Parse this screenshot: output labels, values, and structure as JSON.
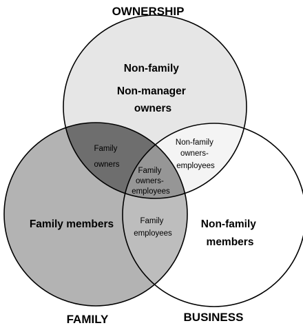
{
  "titles": {
    "ownership": "OWNERSHIP",
    "family": "FAMILY",
    "business": "BUSINESS"
  },
  "regions": {
    "nonfamily_nonmanager_owners": [
      "Non-family",
      "Non-manager",
      "owners"
    ],
    "family_owners": [
      "Family",
      "owners"
    ],
    "nonfamily_owners_employees": [
      "Non-family",
      "owners-",
      "employees"
    ],
    "family_owners_employees": [
      "Family",
      "owners-",
      "employees"
    ],
    "family_members": [
      "Family members"
    ],
    "family_employees": [
      "Family",
      "employees"
    ],
    "nonfamily_members": [
      "Non-family",
      "members"
    ]
  },
  "colors": {
    "ownership_fill": "#e6e6e6",
    "family_fill": "#b3b3b3",
    "family_ownership_overlap": "#6e6e6e",
    "triple_overlap": "#969696",
    "outline": "#000000"
  }
}
